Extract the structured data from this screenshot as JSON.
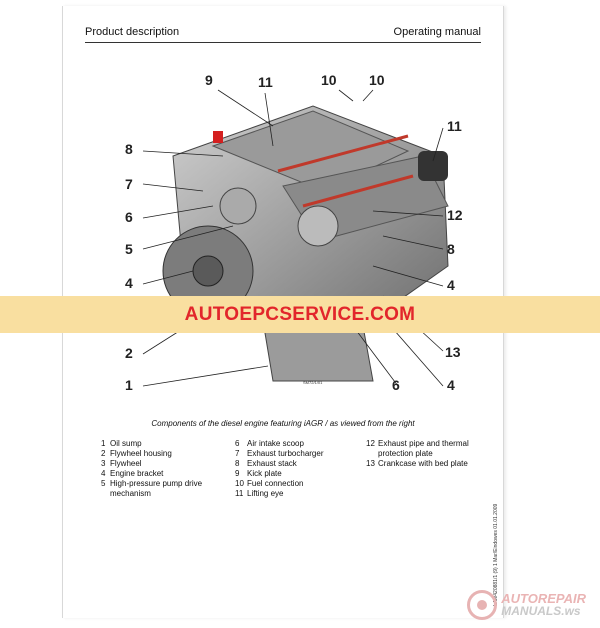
{
  "header": {
    "left": "Product description",
    "right": "Operating manual"
  },
  "figure": {
    "callouts": [
      "9",
      "11",
      "10",
      "10",
      "8",
      "11",
      "7",
      "6",
      "12",
      "5",
      "8",
      "4",
      "4",
      "2",
      "13",
      "1",
      "6",
      "4"
    ],
    "code": "SM72/1/01"
  },
  "banner": {
    "text": "AUTOEPCSERVICE.COM"
  },
  "caption": "Components of the diesel engine featuring iAGR / as viewed from the right",
  "legend": {
    "col1": [
      {
        "n": "1",
        "t": "Oil sump"
      },
      {
        "n": "2",
        "t": "Flywheel housing"
      },
      {
        "n": "3",
        "t": "Flywheel"
      },
      {
        "n": "4",
        "t": "Engine bracket"
      },
      {
        "n": "5",
        "t": "High-pressure pump drive mechanism"
      }
    ],
    "col2": [
      {
        "n": "6",
        "t": "Air intake scoop"
      },
      {
        "n": "7",
        "t": "Exhaust turbocharger"
      },
      {
        "n": "8",
        "t": "Exhaust stack"
      },
      {
        "n": "9",
        "t": "Kick plate"
      },
      {
        "n": "10",
        "t": "Fuel connection"
      },
      {
        "n": "11",
        "t": "Lifting eye"
      }
    ],
    "col3": [
      {
        "n": "12",
        "t": "Exhaust pipe and thermal protection plate"
      },
      {
        "n": "13",
        "t": "Crankcase with bed plate"
      }
    ]
  },
  "sidecode": "LAM420881/1 (9) 1 Mar/Eindowes 01.01.2009",
  "watermark": {
    "line1": "AUTOREPAIR",
    "line2": "MANUALS.ws"
  }
}
